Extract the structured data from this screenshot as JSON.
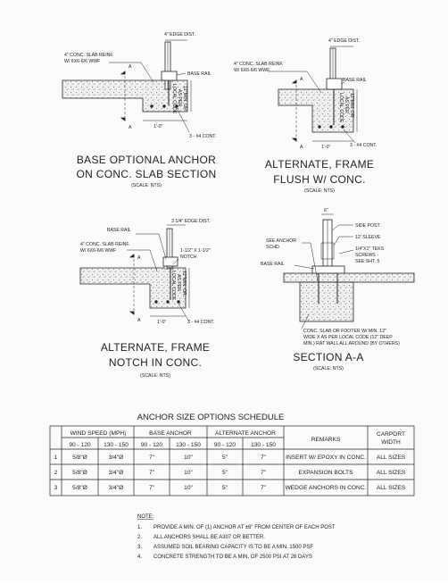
{
  "details": {
    "d1": {
      "title1": "BASE OPTIONAL ANCHOR",
      "title2": "ON CONC. SLAB SECTION",
      "scale": "(SCALE: NTS)",
      "edge": "4\" EDGE DIST.",
      "slab1": "4\" CONC. SLAB REINF.",
      "slab2": "W/ 6X6-6/6 WWF",
      "base_rail": "BASE RAIL",
      "depth1": "12\"MIN. OR",
      "depth2": "AS PER",
      "depth3": "LOCAL CODE",
      "width": "1'-0\"",
      "cont": "3 - #4 CONT.",
      "sec": "A"
    },
    "d2": {
      "title1": "ALTERNATE, FRAME",
      "title2": "FLUSH W/ CONC.",
      "scale": "(SCALE: NTS)",
      "edge": "4\" EDGE DIST.",
      "slab1": "4\" CONC. SLAB REINF.",
      "slab2": "W/ 6X6-6/6 WWF",
      "base_rail": "BASE RAIL",
      "depth1": "12\"MIN. OR",
      "depth2": "AS PER",
      "depth3": "LOCAL CODE",
      "width": "1'-0\"",
      "cont": "3 - #4 CONT.",
      "sec": "A"
    },
    "d3": {
      "title1": "ALTERNATE, FRAME",
      "title2": "NOTCH IN CONC.",
      "scale": "(SCALE: NTS)",
      "edge": "3 1/4\" EDGE DIST.",
      "slab1": "4\" CONC. SLAB REINF.",
      "slab2": "W/ 6X6-6/6 WWF",
      "base_rail": "BASE RAIL",
      "notch1": "1-1/2\" X 1-1/2\"",
      "notch2": "NOTCH",
      "depth1": "12\"MIN. OR",
      "depth2": "AS PER",
      "depth3": "LOCAL CODE",
      "width": "1'-0\"",
      "cont": "3 - #4 CONT.",
      "sec": "A"
    },
    "d4": {
      "title": "SECTION A-A",
      "scale": "(SCALE: NTS)",
      "dim": "6\"",
      "side_post": "SIDE POST",
      "sleeve": "12' SLEEVE",
      "tek1": "1/4\"X1\" TEKS",
      "tek2": "SCREWS -",
      "tek3": "SEE SHT. 5",
      "anchor1": "SEE ANCHOR",
      "anchor2": "SCHD.",
      "base_rail": "BASE RAIL",
      "conc1": "CONC. SLAB OR FOOTER W/ MIN. 12\"",
      "conc2": "WIDE X AS PER LOCAL CODE (12\" DEEP",
      "conc3": "MIN.) RAT WALL ALL AROUND (BY OTHERS)"
    }
  },
  "schedule": {
    "title": "ANCHOR SIZE OPTIONS SCHEDULE",
    "h_wind": "WIND SPEED (MPH)",
    "h_base": "BASE ANCHOR",
    "h_alt": "ALTERNATE ANCHOR",
    "h_remarks": "REMARKS",
    "h_carport1": "CARPORT",
    "h_carport2": "WIDTH",
    "sub": [
      "90 - 120",
      "130 - 150",
      "90 - 120",
      "130 - 150",
      "90 - 120",
      "130 - 150"
    ],
    "rows": [
      {
        "n": "1",
        "c": [
          "5/8\"Ø",
          "3/4\"Ø",
          "7\"",
          "10\"",
          "5\"",
          "7\""
        ],
        "remarks": "INSERT W/ EPOXY IN CONC.",
        "width": "ALL SIZES"
      },
      {
        "n": "2",
        "c": [
          "5/8\"Ø",
          "3/4\"Ø",
          "7\"",
          "10\"",
          "5\"",
          "7\""
        ],
        "remarks": "EXPANSION BOLTS",
        "width": "ALL SIZES"
      },
      {
        "n": "3",
        "c": [
          "5/8\"Ø",
          "3/4\"Ø",
          "7\"",
          "10\"",
          "5\"",
          "7\""
        ],
        "remarks": "WEDGE ANCHORS IN CONC.",
        "width": "ALL SIZES"
      }
    ]
  },
  "notes": {
    "heading": "NOTE:",
    "items": [
      {
        "n": "1.",
        "t": "PROVIDE A MIN. OF (1) ANCHOR AT ±6\" FROM CENTER OF EACH POST"
      },
      {
        "n": "2.",
        "t": "ALL ANCHORS SHALL BE A307 OR BETTER."
      },
      {
        "n": "3.",
        "t": "ASSUMED SOIL BEARING CAPACITY IS TO BE A MIN. 1500 PSF"
      },
      {
        "n": "4.",
        "t": "CONCRETE STRENGTH TO BE A MIN. OF 2500 PSI AT 28 DAYS"
      }
    ]
  }
}
